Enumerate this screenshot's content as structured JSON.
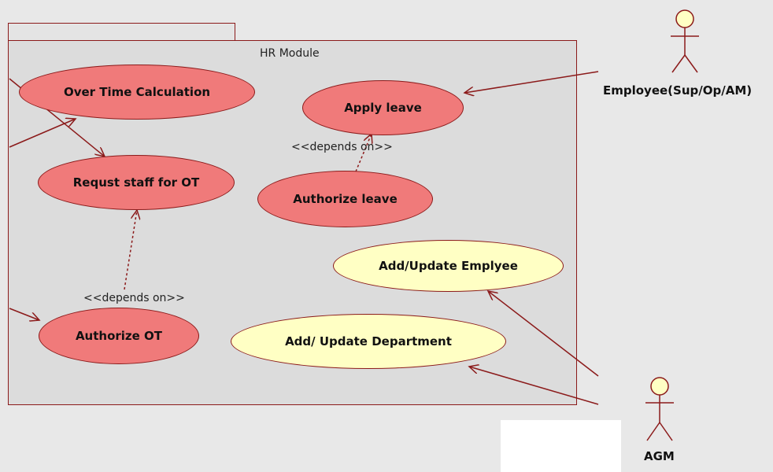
{
  "package": {
    "title": "HR Module"
  },
  "use_cases": {
    "overtime": "Over Time Calculation",
    "request_staff": "Requst staff for OT",
    "authorize_ot": "Authorize OT",
    "apply_leave": "Apply leave",
    "authorize_leave": "Authorize leave",
    "add_employee": "Add/Update Emplyee",
    "add_department": "Add/ Update Department"
  },
  "stereotypes": {
    "leave_depends": "<<depends on>>",
    "ot_depends": "<<depends on>>"
  },
  "actors": {
    "employee": "Employee(Sup/Op/AM)",
    "agm": "AGM"
  },
  "colors": {
    "use_case_red": "#f07a7a",
    "use_case_yellow": "#ffffc4",
    "line": "#8b1a1a"
  }
}
